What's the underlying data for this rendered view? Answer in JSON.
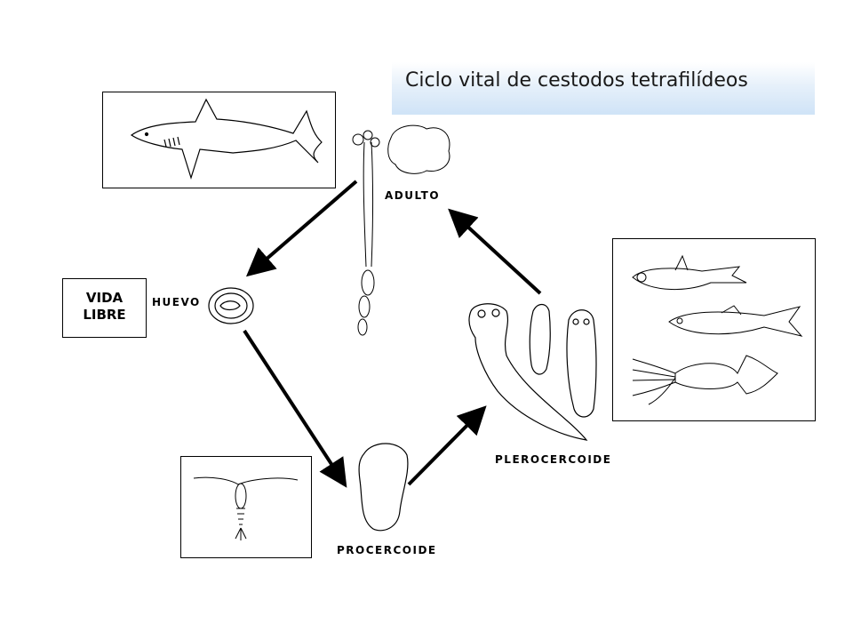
{
  "title": "Ciclo vital de cestodos tetrafilídeos",
  "stages": {
    "adulto": "ADULTO",
    "huevo": "HUEVO",
    "procercoide": "PROCERCOIDE",
    "plerocercoide": "PLEROCERCOIDE"
  },
  "vida_libre": {
    "line1": "VIDA",
    "line2": "LIBRE"
  },
  "hosts": {
    "definitive": "shark",
    "first_intermediate": "copepod",
    "second_intermediate": [
      "lanternfish",
      "herring",
      "squid"
    ]
  },
  "colors": {
    "title_gradient_end": "#cfe3f7",
    "ink": "#000000"
  }
}
